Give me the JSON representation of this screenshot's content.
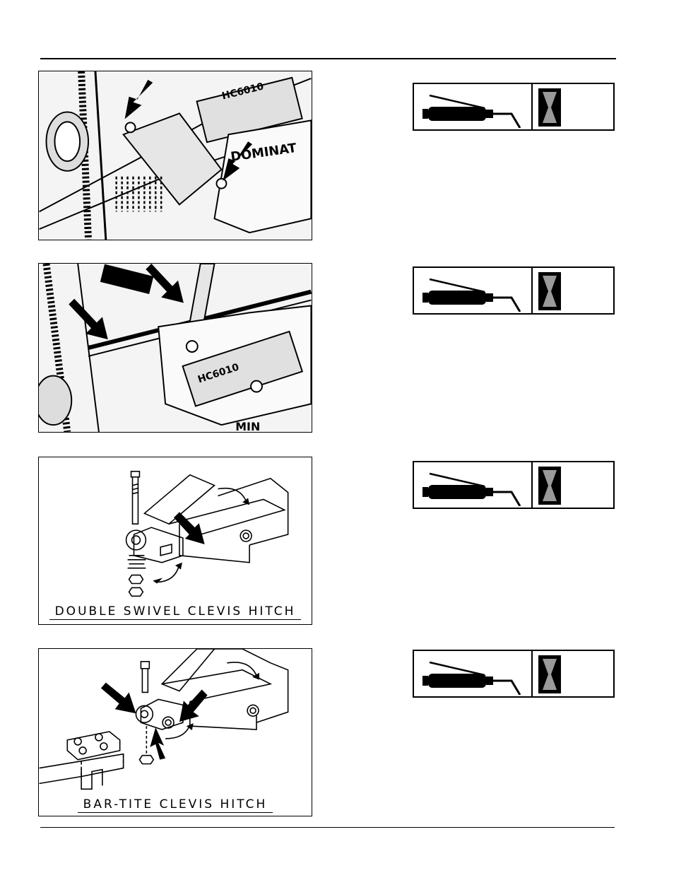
{
  "figures": [
    {
      "name": "mower-front-pivot-photo",
      "caption": "",
      "labels": [
        "HC6010",
        "DOMINAT"
      ]
    },
    {
      "name": "mower-top-hinge-photo",
      "caption": "",
      "labels": [
        "HC6010",
        "MIN"
      ]
    },
    {
      "name": "double-swivel-clevis-hitch-drawing",
      "caption": "DOUBLE SWIVEL CLEVIS HITCH",
      "labels": []
    },
    {
      "name": "bar-tite-clevis-hitch-drawing",
      "caption": "BAR-TITE CLEVIS HITCH",
      "labels": []
    }
  ],
  "icons": {
    "grease": "grease-gun-icon",
    "interval": "hourglass-icon"
  },
  "colors": {
    "ink": "#000000",
    "paper": "#ffffff",
    "sand": "#9a9a9a"
  }
}
